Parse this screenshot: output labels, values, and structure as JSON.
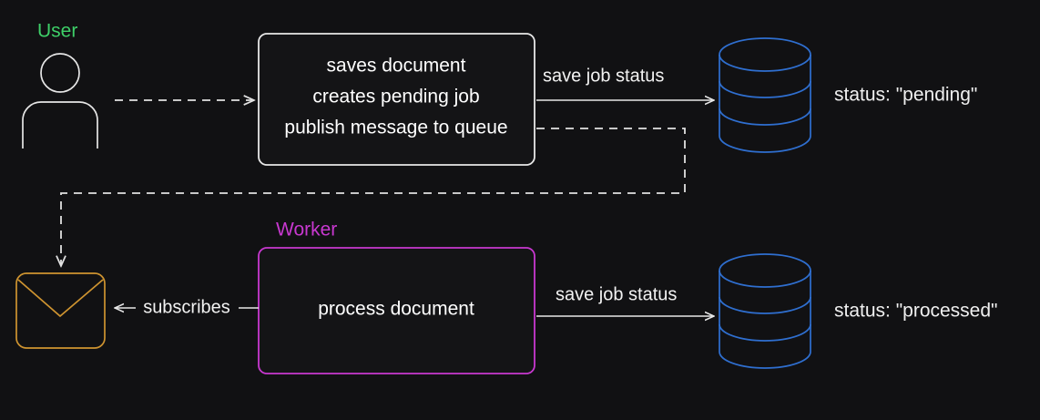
{
  "diagram": {
    "background_color": "#111113",
    "groups": [
      {
        "id": "user",
        "title": "User",
        "color": "#3ecf68"
      },
      {
        "id": "worker",
        "title": "Worker",
        "color": "#c838d0"
      }
    ],
    "nodes": {
      "user_actor": {
        "name": "user-actor-icon",
        "color": "#e6e6e6"
      },
      "api_box": {
        "lines": [
          "saves document",
          "creates pending job",
          "publish message to queue"
        ],
        "border_color": "#e8e8e8",
        "fill_color": "#141416"
      },
      "queue": {
        "name": "queue-envelope-icon",
        "color": "#cf9430"
      },
      "worker_box": {
        "lines": [
          "process document"
        ],
        "border_color": "#c838d0",
        "fill_color": "#141416"
      },
      "db_top": {
        "name": "database-cylinder",
        "color": "#2f6fd0"
      },
      "db_bottom": {
        "name": "database-cylinder",
        "color": "#2f6fd0"
      }
    },
    "edges": [
      {
        "id": "user-to-api",
        "label": "",
        "style": "dashed"
      },
      {
        "id": "api-to-db-top",
        "label": "save job status",
        "style": "solid"
      },
      {
        "id": "api-to-queue",
        "label": "",
        "style": "dashed"
      },
      {
        "id": "queue-to-worker",
        "label": "subscribes",
        "style": "solid"
      },
      {
        "id": "worker-to-db-bottom",
        "label": "save job status",
        "style": "solid"
      }
    ],
    "annotations": [
      {
        "id": "status-pending",
        "text": "status: \"pending\""
      },
      {
        "id": "status-processed",
        "text": "status: \"processed\""
      }
    ]
  }
}
